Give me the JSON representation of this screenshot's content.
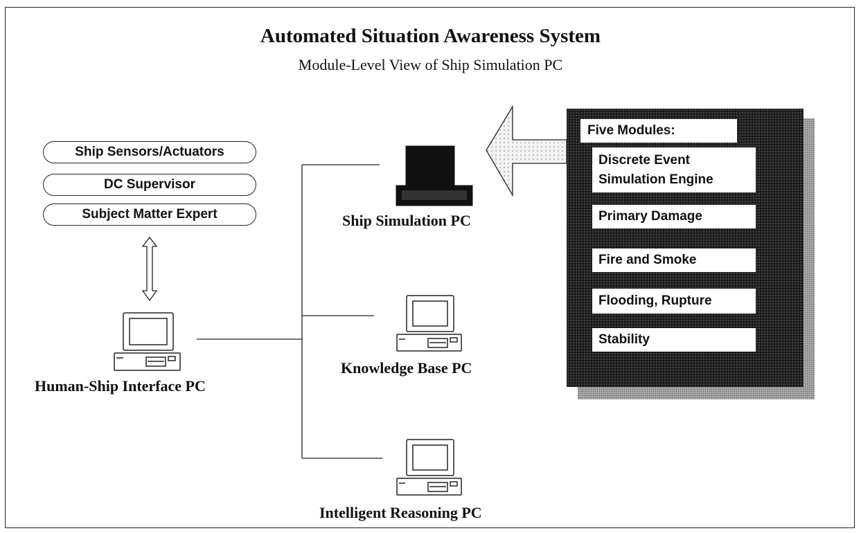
{
  "title": "Automated Situation Awareness System",
  "subtitle": "Module-Level View of Ship Simulation PC",
  "roles": [
    "Ship Sensors/Actuators",
    "DC Supervisor",
    "Subject Matter Expert"
  ],
  "computers": {
    "human_ship_interface": "Human-Ship Interface PC",
    "ship_simulation": "Ship Simulation PC",
    "knowledge_base": "Knowledge Base PC",
    "intelligent_reasoning": "Intelligent Reasoning PC"
  },
  "modules_panel": {
    "header": "Five Modules:",
    "modules": [
      "Discrete Event Simulation Engine",
      "Primary Damage",
      "Fire and Smoke",
      "Flooding, Rupture",
      "Stability"
    ]
  }
}
